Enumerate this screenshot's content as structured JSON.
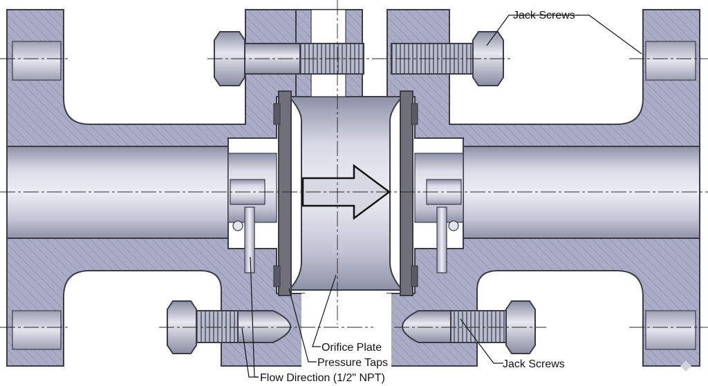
{
  "labels": {
    "jack_screws_top": "Jack Screws",
    "jack_screws_bottom": "Jack Screws",
    "orifice_plate": "Orifice Plate",
    "pressure_taps": "Pressure Taps",
    "flow_direction": "Flow Direction (1/2\" NPT)"
  },
  "colors": {
    "section_fill": "#a9acc4",
    "hatch": "#8d90a8",
    "edge": "#3a3a4a",
    "metal_light": "#dcdee8",
    "metal_dark": "#9da0b2",
    "gasket": "#6c6c74"
  }
}
